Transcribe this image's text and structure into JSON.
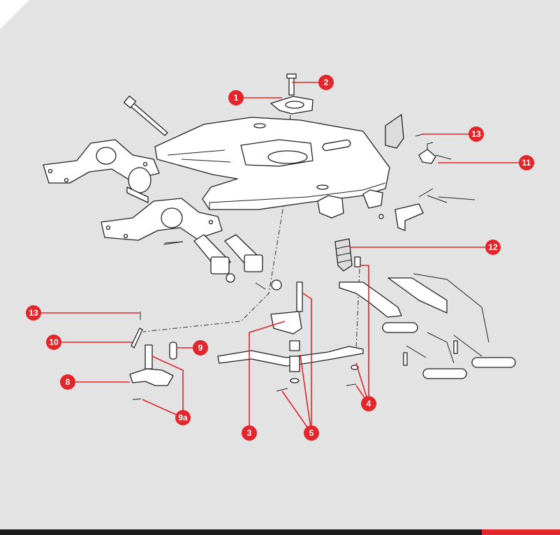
{
  "diagram": {
    "colors": {
      "background": "#e3e3e3",
      "corner": "#ffffff",
      "callout": "#e2262b",
      "callout_text": "#ffffff",
      "line_art": "#222222",
      "bottom_bar": "#1b1b1b",
      "bottom_accent": "#e2262b"
    },
    "callouts": [
      {
        "id": "c1",
        "label": "1"
      },
      {
        "id": "c2",
        "label": "2"
      },
      {
        "id": "c3",
        "label": "3"
      },
      {
        "id": "c4",
        "label": "4"
      },
      {
        "id": "c5",
        "label": "5"
      },
      {
        "id": "c8",
        "label": "8"
      },
      {
        "id": "c9",
        "label": "9"
      },
      {
        "id": "c9a",
        "label": "9a"
      },
      {
        "id": "c10",
        "label": "10"
      },
      {
        "id": "c11",
        "label": "11"
      },
      {
        "id": "c12",
        "label": "12"
      },
      {
        "id": "c13a",
        "label": "13"
      },
      {
        "id": "c13b",
        "label": "13"
      }
    ]
  }
}
